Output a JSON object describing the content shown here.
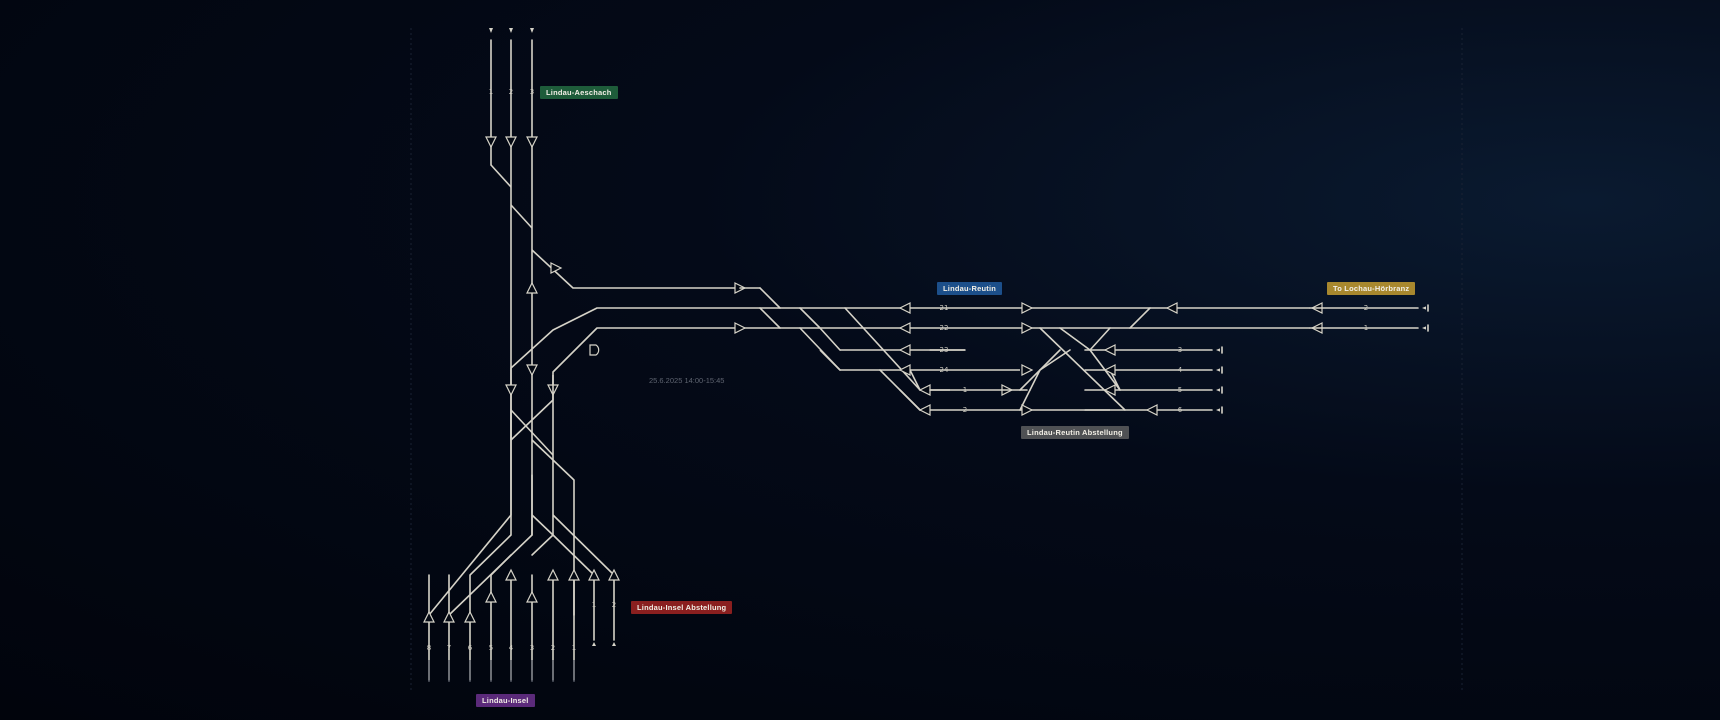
{
  "stations": {
    "aeschach": {
      "name": "Lindau-Aeschach",
      "color": "#1e5c3a"
    },
    "reutin": {
      "name": "Lindau-Reutin",
      "color": "#1c4f8a"
    },
    "loechau": {
      "name": "To Lochau-Hörbranz",
      "color": "#a8882e"
    },
    "reutin_abst": {
      "name": "Lindau-Reutin Abstellung",
      "color": "#4f5154"
    },
    "insel_abst": {
      "name": "Lindau-Insel Abstellung",
      "color": "#8a1f1f"
    },
    "insel": {
      "name": "Lindau-Insel",
      "color": "#5b2a7a"
    }
  },
  "timestamp": "25.6.2025 14:00-15:45",
  "track_numbers": {
    "aeschach": [
      "1",
      "2",
      "3"
    ],
    "reutin_main": [
      "21",
      "22",
      "23",
      "24"
    ],
    "reutin_abst_left": [
      "1",
      "2"
    ],
    "reutin_abst_right": [
      "3",
      "4",
      "5",
      "6"
    ],
    "loechau": [
      "2",
      "1"
    ],
    "insel": [
      "8",
      "7",
      "6",
      "5",
      "4",
      "3",
      "2",
      "1"
    ],
    "insel_abst": [
      "1",
      "2"
    ]
  },
  "colors": {
    "track": "#d6d3c8",
    "text": "#d0cdc2",
    "muted": "#5f6470"
  }
}
